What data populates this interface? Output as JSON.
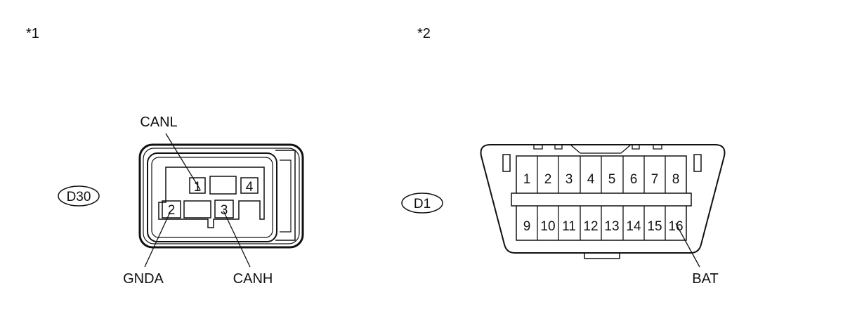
{
  "figure_refs": [
    "*1",
    "*2"
  ],
  "connector_1": {
    "code": "D30",
    "pins": [
      "1",
      "2",
      "3",
      "4"
    ],
    "labels": {
      "canl": "CANL",
      "gnda": "GNDA",
      "canh": "CANH"
    }
  },
  "connector_2": {
    "code": "D1",
    "pins_top": [
      "1",
      "2",
      "3",
      "4",
      "5",
      "6",
      "7",
      "8"
    ],
    "pins_bottom": [
      "9",
      "10",
      "11",
      "12",
      "13",
      "14",
      "15",
      "16"
    ],
    "labels": {
      "bat": "BAT"
    }
  }
}
